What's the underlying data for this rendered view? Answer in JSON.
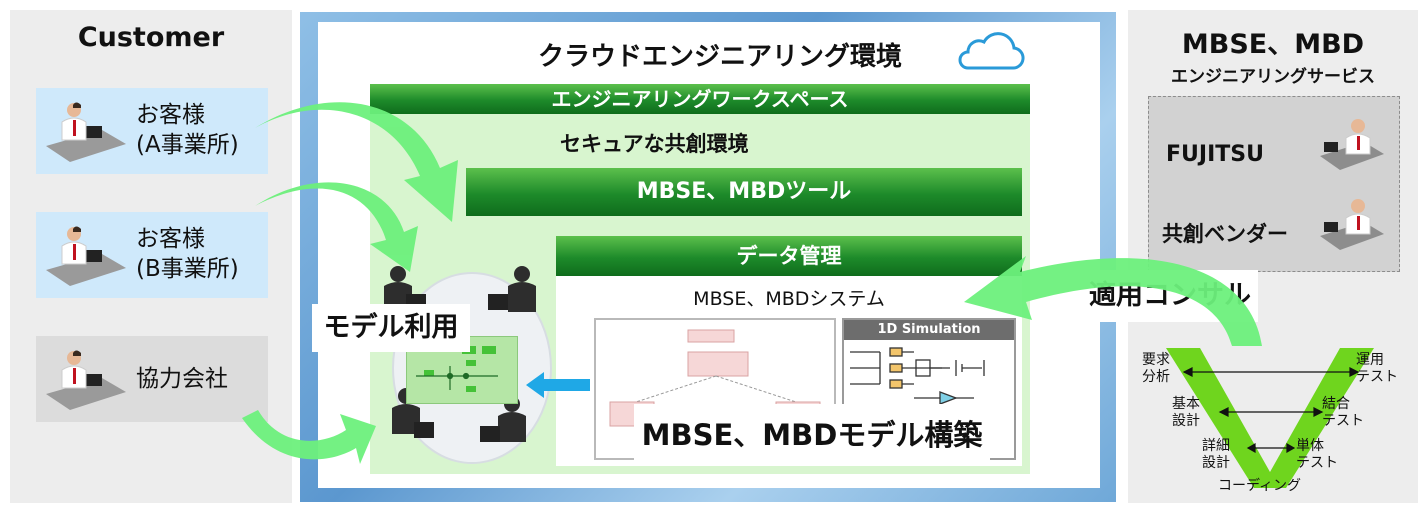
{
  "customer": {
    "title": "Customer",
    "boxes": [
      {
        "label": "お客様\n(A事業所)",
        "color": "#cfe9fb"
      },
      {
        "label": "お客様\n(B事業所)",
        "color": "#cfe9fb"
      },
      {
        "label": "協力会社",
        "color": "#dcdcdc"
      }
    ]
  },
  "cloud": {
    "title": "クラウドエンジニアリング環境",
    "workspace_title": "エンジニアリングワークスペース",
    "secure_title": "セキュアな共創環境",
    "tools_title": "MBSE、MBDツール",
    "data_title": "データ管理",
    "system_title": "MBSE、MBDシステム",
    "sim_title": "1D Simulation",
    "model_use": "モデル利用",
    "model_build": "MBSE、MBDモデル構築"
  },
  "service": {
    "title": "MBSE、MBD",
    "subtitle": "エンジニアリングサービス",
    "providers": [
      "FUJITSU",
      "共創ベンダー"
    ],
    "consult": "適用コンサル"
  },
  "vmodel": {
    "left": [
      "要求\n分析",
      "基本\n設計",
      "詳細\n設計"
    ],
    "right": [
      "運用\nテスト",
      "結合\nテスト",
      "単体\nテスト"
    ],
    "bottom": "コーディング"
  },
  "colors": {
    "green_dark": "#0f6c1c",
    "green_light": "#d8f5cf",
    "arrow_green": "#6df07c",
    "v_green": "#6fd51e",
    "frame_blue": "#6fa8d8"
  }
}
